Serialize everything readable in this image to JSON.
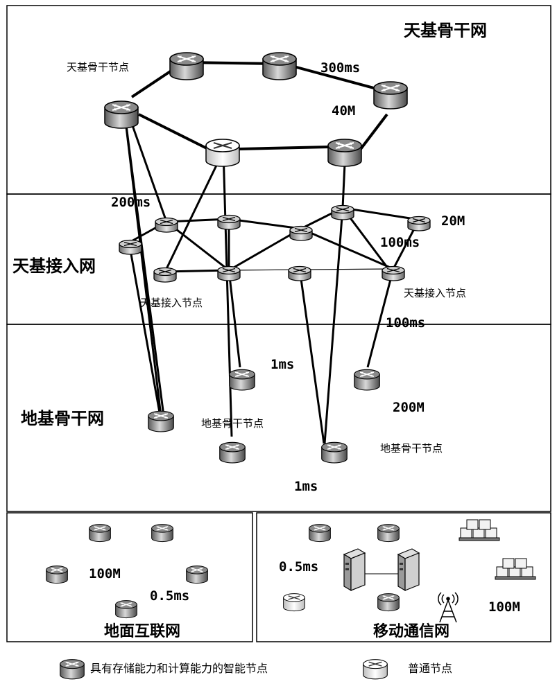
{
  "regions": {
    "space_backbone": "天基骨干网",
    "space_access": "天基接入网",
    "ground_backbone": "地基骨干网",
    "ground_internet": "地面互联网",
    "mobile_network": "移动通信网"
  },
  "node_labels": {
    "space_backbone_node": "天基骨干节点",
    "space_access_node_left": "天基接入节点",
    "space_access_node_right": "天基接入节点",
    "ground_backbone_node_center": "地基骨干节点",
    "ground_backbone_node_right": "地基骨干节点"
  },
  "metrics": {
    "m300ms": "300ms",
    "m40M": "40M",
    "m200ms": "200ms",
    "m20M": "20M",
    "m100ms_a": "100ms",
    "m100ms_b": "100ms",
    "m1ms_a": "1ms",
    "m200M": "200M",
    "m1ms_b": "1ms",
    "m100M_a": "100M",
    "m05ms_a": "0.5ms",
    "m05ms_b": "0.5ms",
    "m100M_b": "100M"
  },
  "legend": {
    "smart_node": "具有存储能力和计算能力的智能节点",
    "normal_node": "普通节点"
  },
  "colors": {
    "smart_node_top": "#6a6a6a",
    "smart_node_body": "#9a9a9a",
    "normal_node_top": "#ffffff",
    "link": "#000000"
  }
}
